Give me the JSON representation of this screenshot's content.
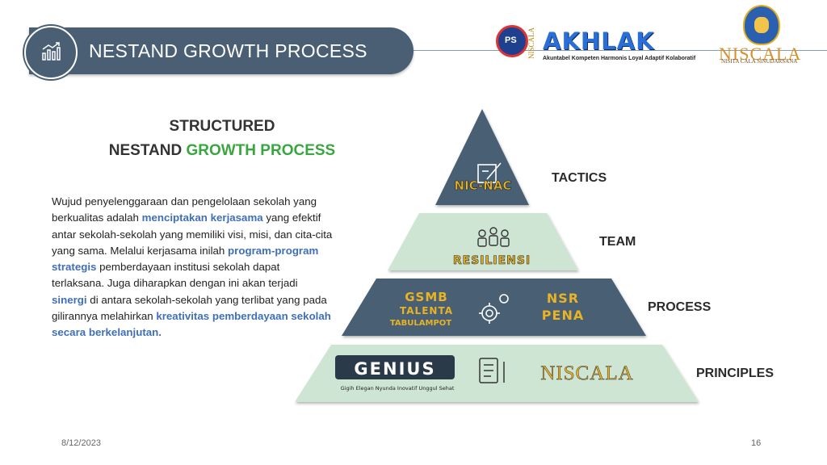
{
  "header": {
    "title": "NESTAND GROWTH PROCESS",
    "icon": "growth-chart-icon"
  },
  "logos": {
    "badge_text": "PS",
    "vertical_text": "NISCALA",
    "akhlak_word": "AKHLAK",
    "akhlak_sub": "Akuntabel Kompeten Harmonis Loyal Adaptif Kolaboratif",
    "niscala_word": "NISCALA",
    "niscala_sub": "NISITA CALA SINUDARSANA"
  },
  "heading": {
    "line1": "STRUCTURED",
    "line2_prefix": "NESTAND ",
    "line2_highlight": "GROWTH PROCESS"
  },
  "paragraph": {
    "t1": "Wujud penyelenggaraan dan pengelolaan sekolah yang berkualitas adalah ",
    "h1": "menciptakan kerjasama",
    "t2": " yang efektif antar sekolah-sekolah yang memiliki visi, misi, dan cita-cita yang sama. Melalui kerjasama inilah ",
    "h2": "program-program strategis",
    "t3": " pemberdayaan institusi sekolah dapat terlaksana. Juga diharapkan dengan ini akan terjadi ",
    "h3": "sinergi",
    "t4": " di antara sekolah-sekolah yang terlibat yang pada gilirannya melahirkan ",
    "h4": "kreativitas pemberdayaan sekolah secara berkelanjutan."
  },
  "pyramid": {
    "tactics": {
      "label": "TACTICS",
      "brand": "NIC-NAC"
    },
    "team": {
      "label": "TEAM",
      "brand": "RESILIENSI"
    },
    "process": {
      "label": "PROCESS",
      "left1": "GSMB",
      "left2": "TALENTA",
      "left3": "TABULAMPOT",
      "right1": "NSR",
      "right2": "PENA"
    },
    "principles": {
      "label": "PRINCIPLES",
      "brand_left": "GENIUS",
      "brand_left_sub": "Gigih Elegan Nyunda Inovatif Unggul Sehat",
      "brand_right": "NISCALA"
    }
  },
  "colors": {
    "slate": "#4a5f73",
    "mint": "#cfe5d3",
    "green": "#3aa640",
    "blue_hl": "#3f6fb8",
    "gold": "#e8b324"
  },
  "footer": {
    "date": "8/12/2023",
    "page": "16"
  }
}
